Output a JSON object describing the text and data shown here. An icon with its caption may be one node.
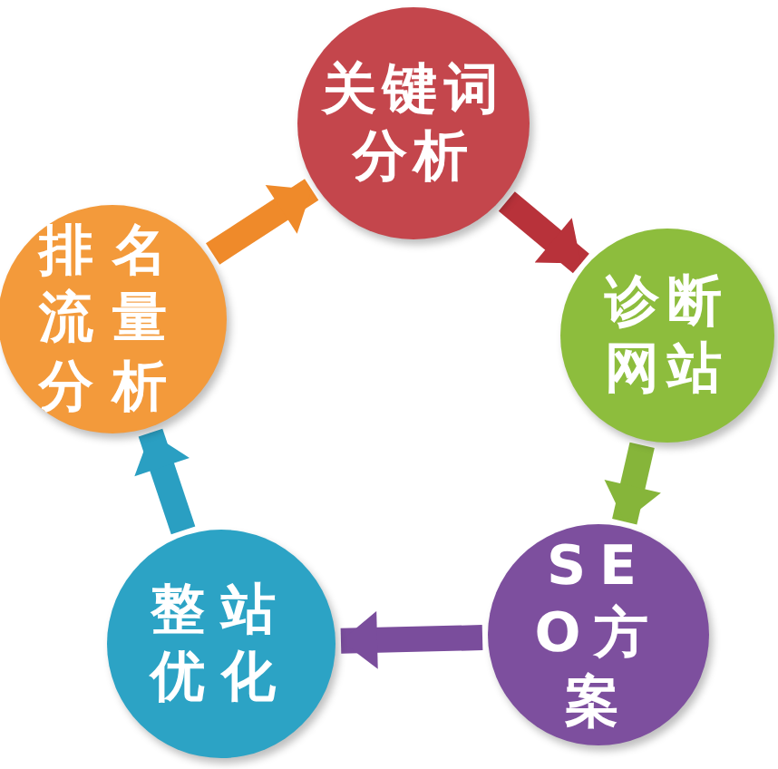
{
  "diagram": {
    "nodes": [
      {
        "text": [
          "关键词分析"
        ]
      },
      {
        "text": [
          "诊断网站"
        ]
      },
      {
        "text": [
          "SEO方案"
        ]
      },
      {
        "text": [
          "整站优化"
        ]
      },
      {
        "text": [
          "排名流量分析"
        ]
      }
    ],
    "edges": [
      {
        "from": 0,
        "to": 1,
        "arrow": "to",
        "color": "#b8323a"
      },
      {
        "from": 1,
        "to": 2,
        "arrow": "to",
        "color": "#86b53a"
      },
      {
        "from": 2,
        "to": 3,
        "arrow": "to",
        "color": "#7a4d9c"
      },
      {
        "from": 3,
        "to": 4,
        "arrow": "to",
        "color": "#2a9fc2"
      },
      {
        "from": 4,
        "to": 0,
        "arrow": "to",
        "color": "#ef8a2a"
      }
    ]
  }
}
